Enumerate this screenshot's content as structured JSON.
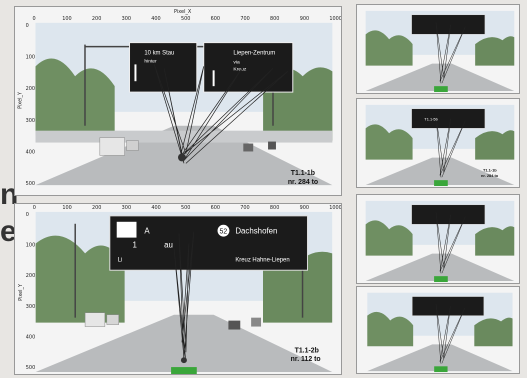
{
  "edge_left": {
    "top": "n",
    "bottom": "e."
  },
  "plot_top": {
    "axis_x_title": "Pixel_X",
    "axis_y_title": "Pixel_Y",
    "x_ticks": [
      "0",
      "100",
      "200",
      "300",
      "400",
      "500",
      "600",
      "700",
      "800",
      "900",
      "1000"
    ],
    "y_ticks": [
      "0",
      "100",
      "200",
      "300",
      "400",
      "500"
    ],
    "sign_left_line1": "10 km Stau",
    "sign_left_line2": "hinter",
    "sign_right_line1": "Liepen-Zentrum",
    "sign_right_line2": "via",
    "sign_right_line3": "Kreuz",
    "caption_line1": "T1.1-1b",
    "caption_line2": "nr. 284 to"
  },
  "plot_bottom": {
    "axis_y_title": "Pixel_Y",
    "x_ticks": [
      "0",
      "100",
      "200",
      "300",
      "400",
      "500",
      "600",
      "700",
      "800",
      "900",
      "1000"
    ],
    "y_ticks": [
      "0",
      "100",
      "200",
      "300",
      "400",
      "500"
    ],
    "sign_line1_a": "A",
    "sign_line1_b": "52",
    "sign_line1_c": "Dachshofen",
    "sign_line2": "1",
    "sign_line2_b": "au",
    "sign_line3_a": "Li",
    "sign_line3_b": "Kreuz Hahne-Liepen",
    "caption_line1": "T1.1-2b",
    "caption_line2": "nr. 112 to"
  },
  "thumbs": [
    {
      "sign_text": ""
    },
    {
      "sign_text": "T1.1-5b"
    },
    {
      "sign_text": ""
    },
    {
      "sign_text": ""
    }
  ],
  "thumb_captions": [
    {
      "line1": "",
      "line2": ""
    },
    {
      "line1": "T1.1-1b",
      "line2": "nr. 284 to"
    },
    {
      "line1": "",
      "line2": ""
    },
    {
      "line1": "",
      "line2": ""
    }
  ]
}
